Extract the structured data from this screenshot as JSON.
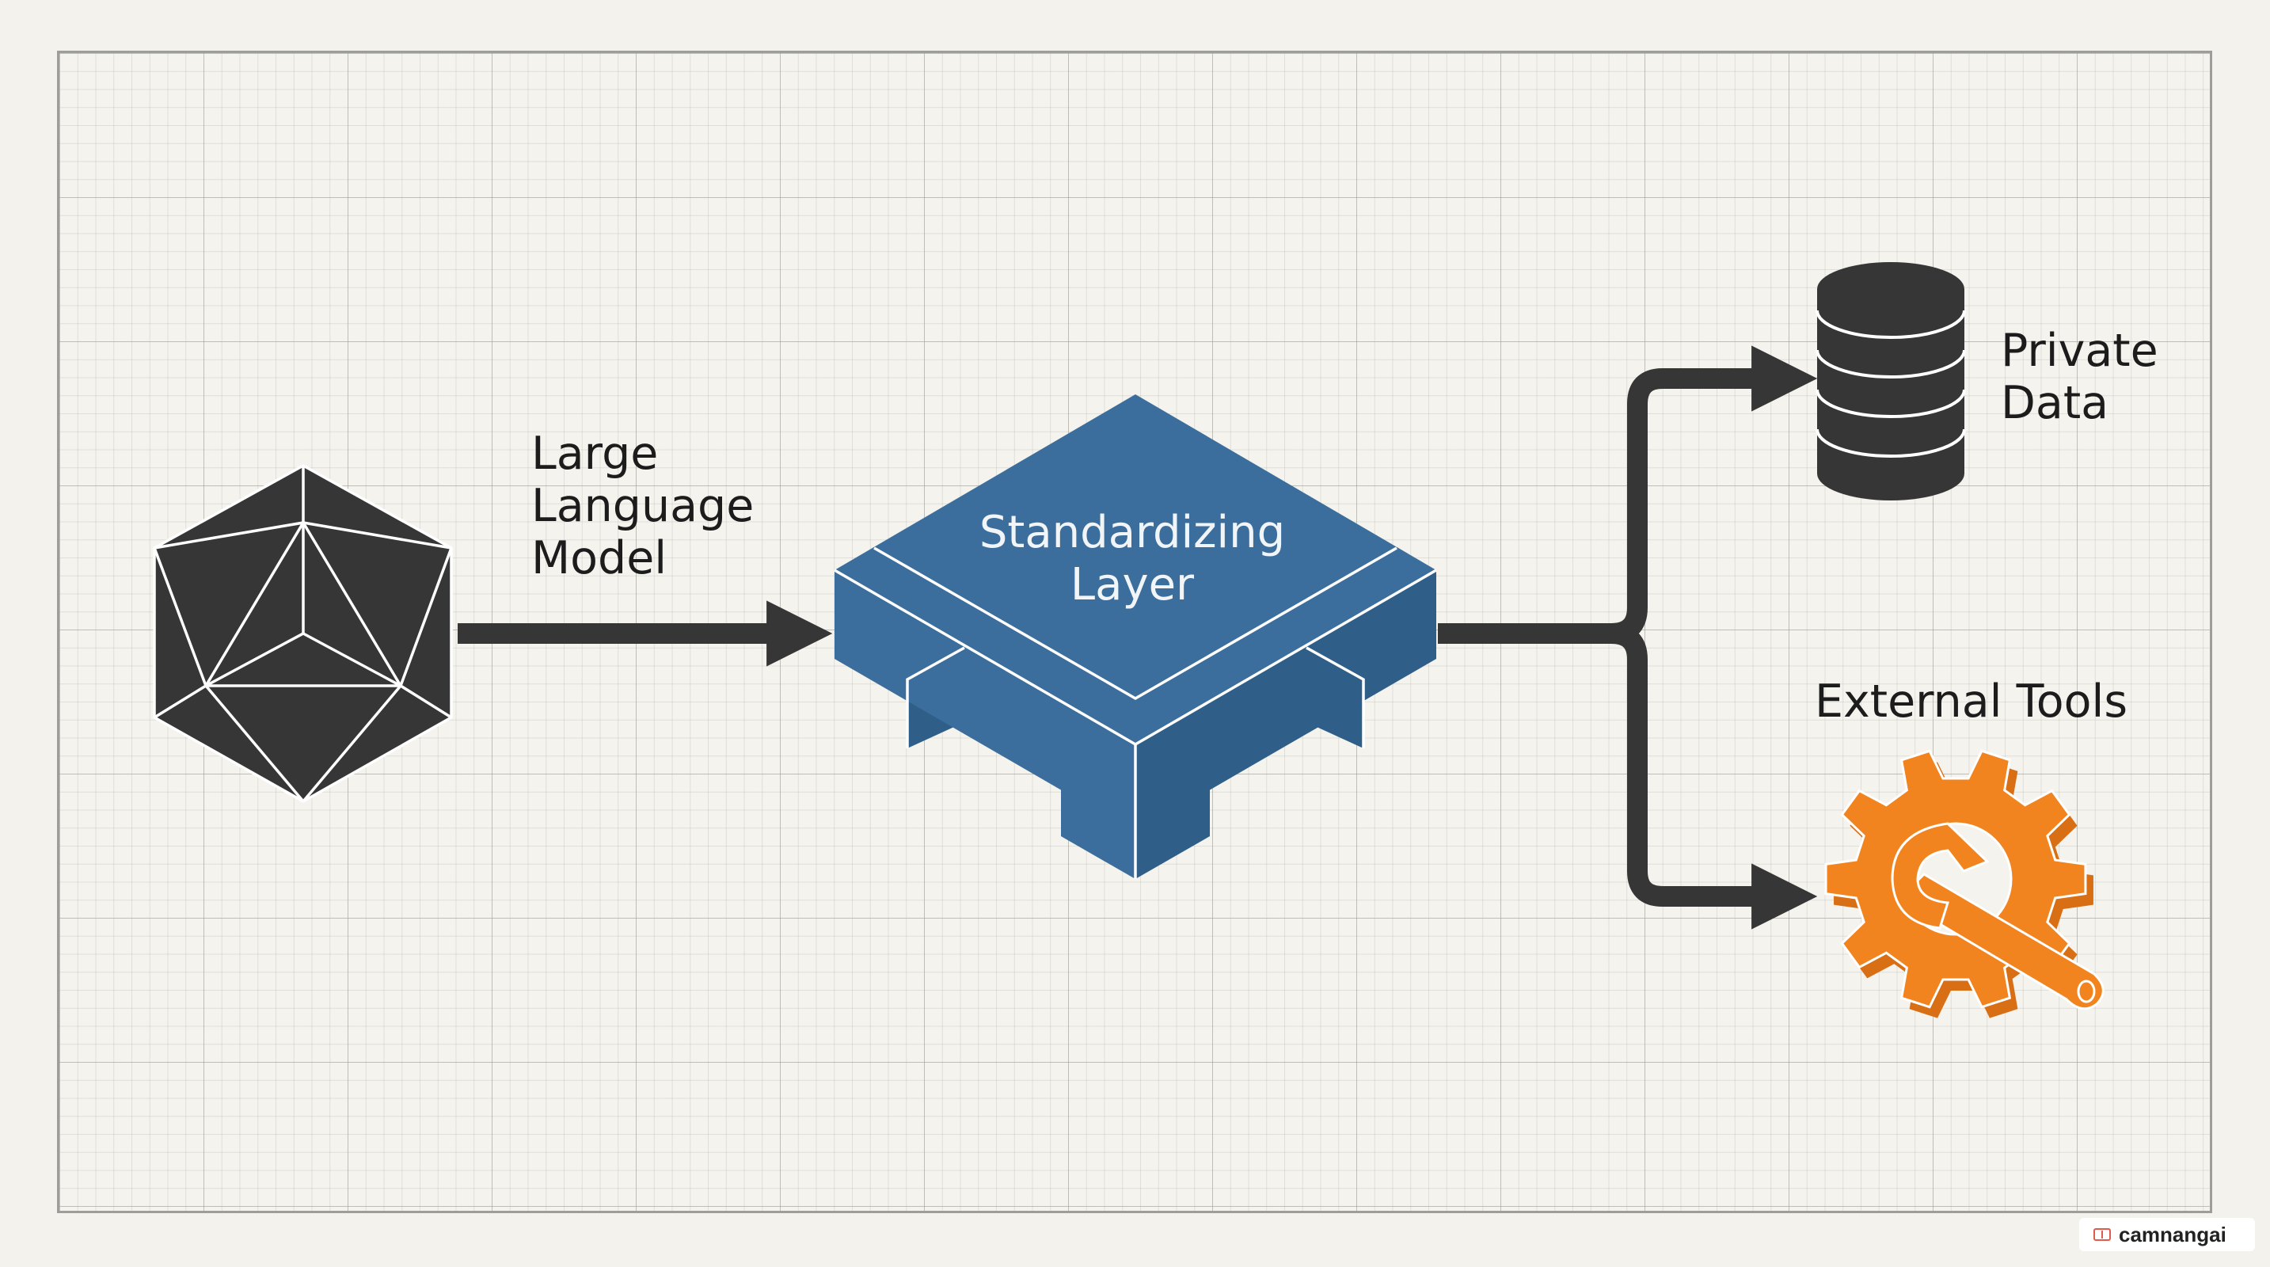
{
  "diagram": {
    "nodes": {
      "llm": {
        "label_lines": [
          "Large",
          "Language",
          "Model"
        ],
        "icon": "icosahedron-icon"
      },
      "layer": {
        "label_lines": [
          "Standardizing",
          "Layer"
        ],
        "icon": "isometric-block-icon"
      },
      "private_data": {
        "label_lines": [
          "Private",
          "Data"
        ],
        "icon": "database-icon"
      },
      "external_tools": {
        "label": "External Tools",
        "icon": "gear-wrench-icon"
      }
    },
    "edges": [
      {
        "from": "llm",
        "to": "layer"
      },
      {
        "from": "layer",
        "to": "private_data"
      },
      {
        "from": "layer",
        "to": "external_tools"
      }
    ],
    "colors": {
      "dark": "#363636",
      "layer_blue": "#3b6e9c",
      "tools_orange": "#f2841f",
      "grid_background": "#f4f3ee"
    }
  },
  "watermark": {
    "text": "camnangai"
  }
}
